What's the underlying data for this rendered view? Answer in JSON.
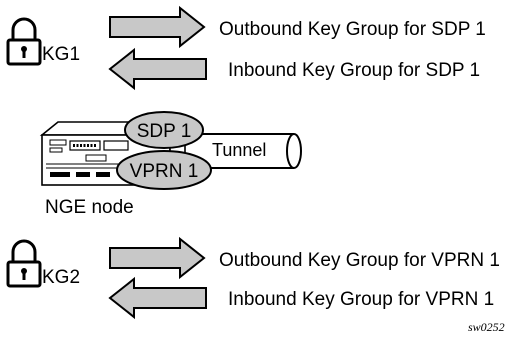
{
  "key_groups": [
    {
      "label": "KG1",
      "outbound_label": "Outbound Key Group for SDP 1",
      "inbound_label": "Inbound Key Group for SDP 1"
    },
    {
      "label": "KG2",
      "outbound_label": "Outbound Key Group for VPRN 1",
      "inbound_label": "Inbound Key Group for VPRN 1"
    }
  ],
  "node": {
    "label": "NGE node",
    "sdp_label": "SDP 1",
    "vprn_label": "VPRN 1",
    "tunnel_label": "Tunnel"
  },
  "figure_code": "sw0252",
  "colors": {
    "arrow_fill": "#c8c8c8",
    "ellipse_fill": "#c8c8c8",
    "stroke": "#000000"
  },
  "icons": [
    "padlock-icon",
    "right-arrow-icon",
    "left-arrow-icon",
    "router-chassis-icon",
    "tunnel-pipe-icon"
  ]
}
